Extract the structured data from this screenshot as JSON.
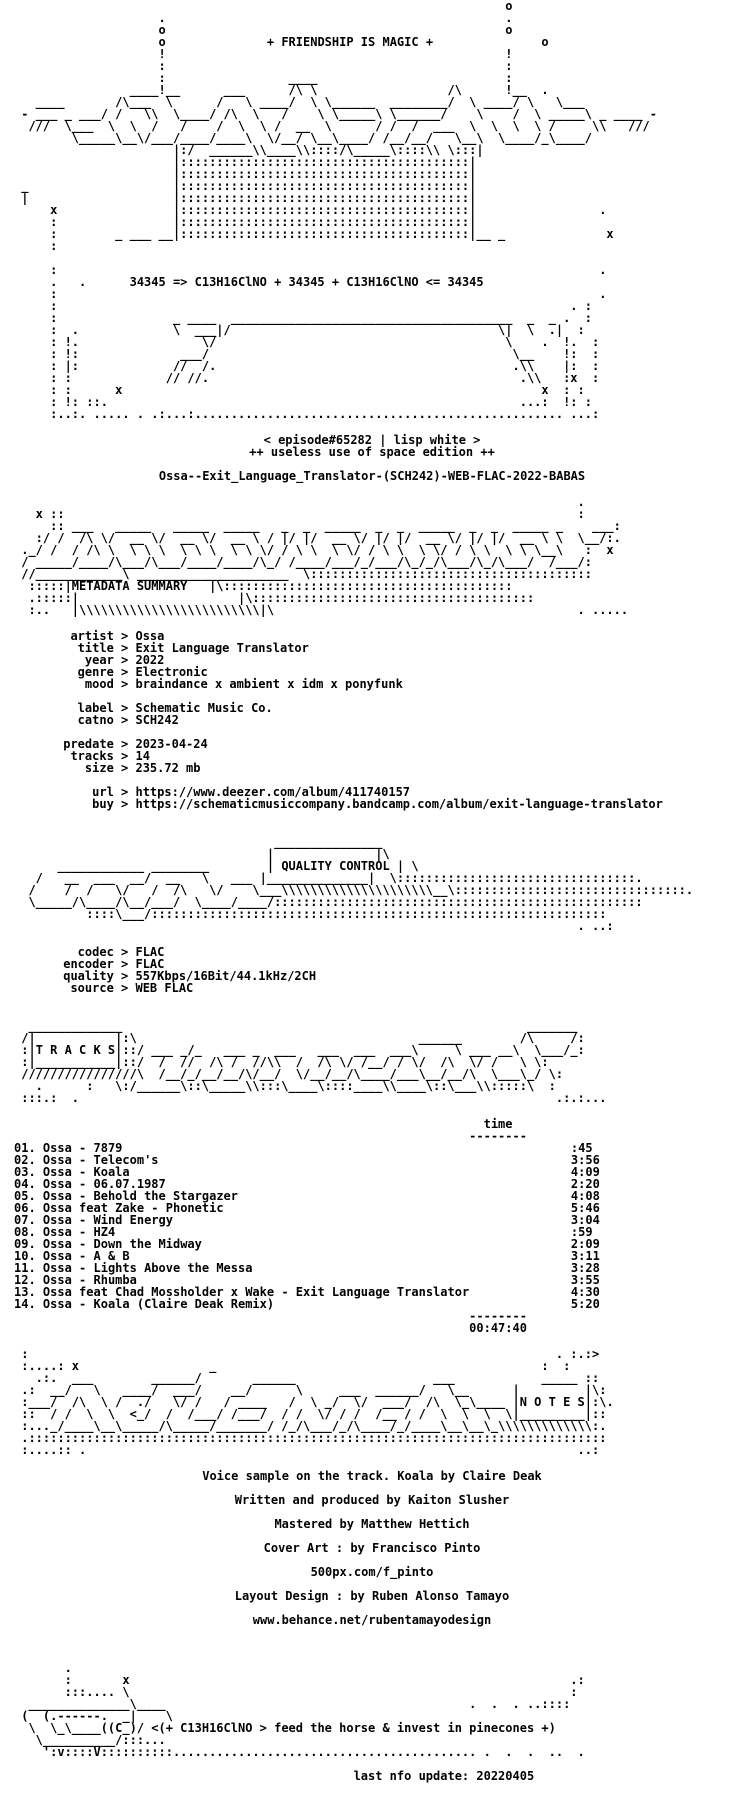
{
  "header": {
    "tagline": "+ FRIENDSHIP IS MAGIC +",
    "formula": "34345 => C13H16ClNO + 34345 + C13H16ClNO <= 34345",
    "episode": "< episode#65282 | lisp white >",
    "edition": "++ useless use of space edition ++",
    "release": "Ossa--Exit_Language_Translator-(SCH242)-WEB-FLAC-2022-BABAS"
  },
  "metadata": {
    "heading": "METADATA SUMMARY",
    "rows": [
      {
        "key": "  artist",
        "value": "Ossa"
      },
      {
        "key": "   title",
        "value": "Exit Language Translator"
      },
      {
        "key": "    year",
        "value": "2022"
      },
      {
        "key": "   genre",
        "value": "Electronic"
      },
      {
        "key": "    mood",
        "value": "braindance x ambient x idm x ponyfunk"
      },
      {
        "key": "",
        "value": ""
      },
      {
        "key": "   label",
        "value": "Schematic Music Co."
      },
      {
        "key": "   catno",
        "value": "SCH242"
      },
      {
        "key": "",
        "value": ""
      },
      {
        "key": " predate",
        "value": "2023-04-24"
      },
      {
        "key": "  tracks",
        "value": "14"
      },
      {
        "key": "    size",
        "value": "235.72 mb"
      },
      {
        "key": "",
        "value": ""
      },
      {
        "key": "     url",
        "value": "https://www.deezer.com/album/411740157"
      },
      {
        "key": "     buy",
        "value": "https://schematicmusiccompany.bandcamp.com/album/exit-language-translator"
      }
    ]
  },
  "quality": {
    "heading": "QUALITY CONTROL",
    "rows": [
      {
        "key": "   codec",
        "value": "FLAC"
      },
      {
        "key": " encoder",
        "value": "FLAC"
      },
      {
        "key": " quality",
        "value": "557Kbps/16Bit/44.1kHz/2CH"
      },
      {
        "key": "  source",
        "value": "WEB FLAC"
      }
    ]
  },
  "tracks": {
    "heading": "T R A C K S",
    "time_header": "time",
    "items": [
      {
        "n": "01.",
        "title": "Ossa - 7879",
        "time": ":45"
      },
      {
        "n": "02.",
        "title": "Ossa - Telecom's",
        "time": "3:56"
      },
      {
        "n": "03.",
        "title": "Ossa - Koala",
        "time": "4:09"
      },
      {
        "n": "04.",
        "title": "Ossa - 06.07.1987",
        "time": "2:20"
      },
      {
        "n": "05.",
        "title": "Ossa - Behold the Stargazer",
        "time": "4:08"
      },
      {
        "n": "06.",
        "title": "Ossa feat Zake - Phonetic",
        "time": "5:46"
      },
      {
        "n": "07.",
        "title": "Ossa - Wind Energy",
        "time": "3:04"
      },
      {
        "n": "08.",
        "title": "Ossa - HZ4",
        "time": ":59"
      },
      {
        "n": "09.",
        "title": "Ossa - Down the Midway",
        "time": "2:09"
      },
      {
        "n": "10.",
        "title": "Ossa - A & B",
        "time": "3:11"
      },
      {
        "n": "11.",
        "title": "Ossa - Lights Above the Messa",
        "time": "3:28"
      },
      {
        "n": "12.",
        "title": "Ossa - Rhumba",
        "time": "3:55"
      },
      {
        "n": "13.",
        "title": "Ossa feat Chad Mossholder x Wake - Exit Language Translator",
        "time": "4:30"
      },
      {
        "n": "14.",
        "title": "Ossa - Koala (Claire Deak Remix)",
        "time": "5:20"
      }
    ],
    "total": "00:47:40"
  },
  "notes": {
    "heading": "N O T E S",
    "lines": [
      "Voice sample on the track. Koala by Claire Deak",
      "Written and produced by Kaiton Slusher",
      "Mastered by Matthew Hettich",
      "Cover Art : by Francisco Pinto",
      "500px.com/f_pinto",
      "Layout Design : by Ruben Alonso Tamayo",
      "www.behance.net/rubentamayodesign"
    ]
  },
  "footer": {
    "slogan": "<(+ C13H16ClNO > feed the horse & invest in pinecones +)",
    "last_update": "last nfo update: 20220405"
  }
}
